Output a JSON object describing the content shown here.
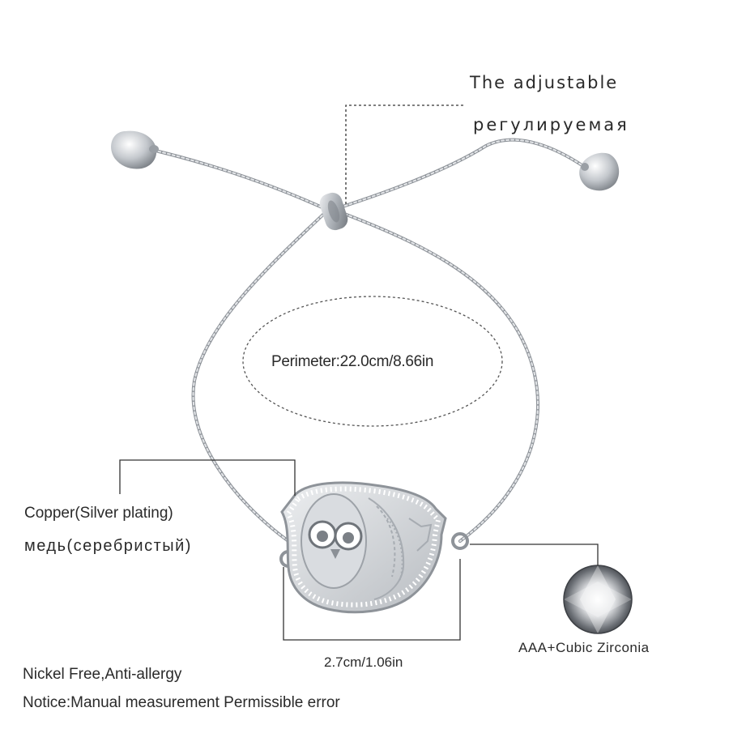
{
  "labels": {
    "adjustable_en": "The adjustable",
    "adjustable_ru": "регулируемая",
    "perimeter": "Perimeter:22.0cm/8.66in",
    "material_en": "Copper(Silver plating)",
    "material_ru": "медь(серебристый)",
    "pendant_width": "2.7cm/1.06in",
    "stone": "AAA+Cubic Zirconia",
    "nickel_free": "Nickel Free,Anti-allergy",
    "notice": "Notice:Manual measurement Permissible error"
  },
  "colors": {
    "background": "#ffffff",
    "text": "#2a2a2a",
    "guide_line": "#333333",
    "metal": "#c9ccd1",
    "metal_dark": "#8e9399"
  }
}
